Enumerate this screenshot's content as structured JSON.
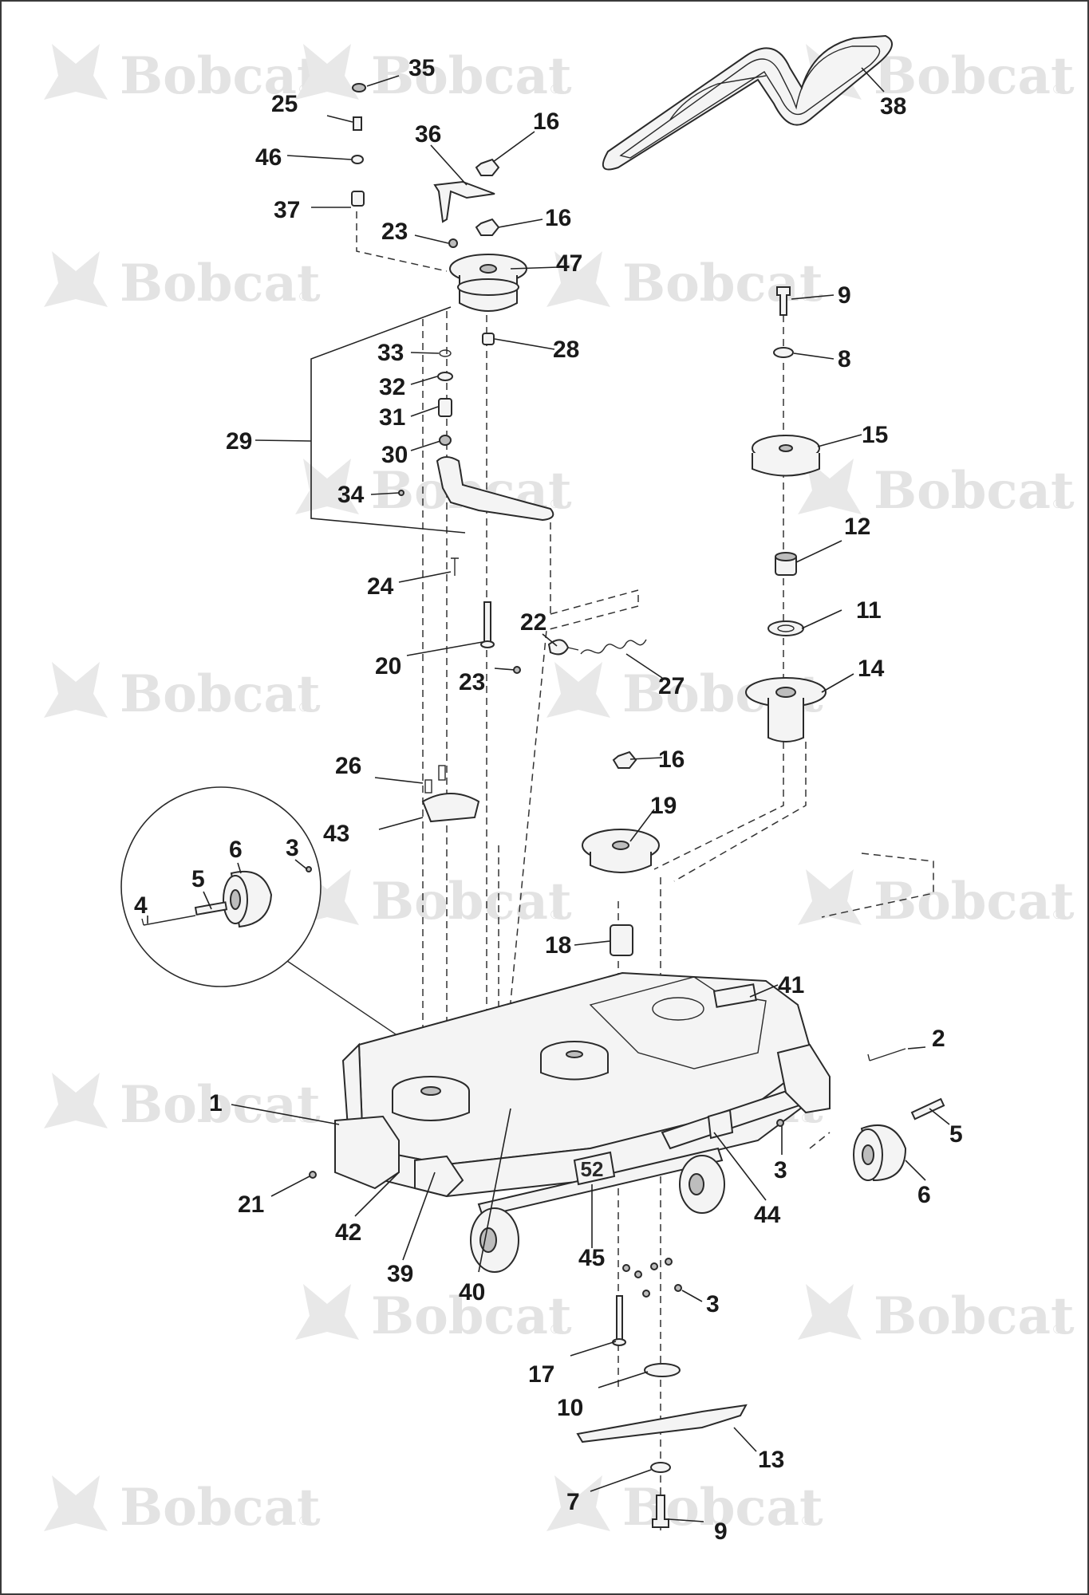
{
  "watermark": {
    "brand": "Bobcat",
    "reg_mark": "®"
  },
  "callouts": [
    {
      "id": "c35",
      "num": "35"
    },
    {
      "id": "c25",
      "num": "25"
    },
    {
      "id": "c46",
      "num": "46"
    },
    {
      "id": "c37",
      "num": "37"
    },
    {
      "id": "c36",
      "num": "36"
    },
    {
      "id": "c16a",
      "num": "16"
    },
    {
      "id": "c16b",
      "num": "16"
    },
    {
      "id": "c23a",
      "num": "23"
    },
    {
      "id": "c47",
      "num": "47"
    },
    {
      "id": "c38",
      "num": "38"
    },
    {
      "id": "c9a",
      "num": "9"
    },
    {
      "id": "c8",
      "num": "8"
    },
    {
      "id": "c33",
      "num": "33"
    },
    {
      "id": "c28",
      "num": "28"
    },
    {
      "id": "c32",
      "num": "32"
    },
    {
      "id": "c31",
      "num": "31"
    },
    {
      "id": "c29",
      "num": "29"
    },
    {
      "id": "c30",
      "num": "30"
    },
    {
      "id": "c15",
      "num": "15"
    },
    {
      "id": "c34",
      "num": "34"
    },
    {
      "id": "c12",
      "num": "12"
    },
    {
      "id": "c24",
      "num": "24"
    },
    {
      "id": "c11",
      "num": "11"
    },
    {
      "id": "c22",
      "num": "22"
    },
    {
      "id": "c20",
      "num": "20"
    },
    {
      "id": "c23b",
      "num": "23"
    },
    {
      "id": "c27",
      "num": "27"
    },
    {
      "id": "c14",
      "num": "14"
    },
    {
      "id": "c26",
      "num": "26"
    },
    {
      "id": "c16c",
      "num": "16"
    },
    {
      "id": "c43",
      "num": "43"
    },
    {
      "id": "c19",
      "num": "19"
    },
    {
      "id": "c6a",
      "num": "6"
    },
    {
      "id": "c3a",
      "num": "3"
    },
    {
      "id": "c5a",
      "num": "5"
    },
    {
      "id": "c4",
      "num": "4"
    },
    {
      "id": "c18",
      "num": "18"
    },
    {
      "id": "c41",
      "num": "41"
    },
    {
      "id": "c2",
      "num": "2"
    },
    {
      "id": "c1",
      "num": "1"
    },
    {
      "id": "c5b",
      "num": "5"
    },
    {
      "id": "c3b",
      "num": "3"
    },
    {
      "id": "c6b",
      "num": "6"
    },
    {
      "id": "c21",
      "num": "21"
    },
    {
      "id": "c44",
      "num": "44"
    },
    {
      "id": "c42",
      "num": "42"
    },
    {
      "id": "c45",
      "num": "45"
    },
    {
      "id": "c39",
      "num": "39"
    },
    {
      "id": "c40",
      "num": "40"
    },
    {
      "id": "c3c",
      "num": "3"
    },
    {
      "id": "c17",
      "num": "17"
    },
    {
      "id": "c10",
      "num": "10"
    },
    {
      "id": "c13",
      "num": "13"
    },
    {
      "id": "c7",
      "num": "7"
    },
    {
      "id": "c9b",
      "num": "9"
    }
  ],
  "deck_badge": "52",
  "colors": {
    "outline": "#2a2a2a",
    "part_fill": "#f4f4f4",
    "watermark": "#e3e3e3",
    "label": "#1a1a1a"
  }
}
